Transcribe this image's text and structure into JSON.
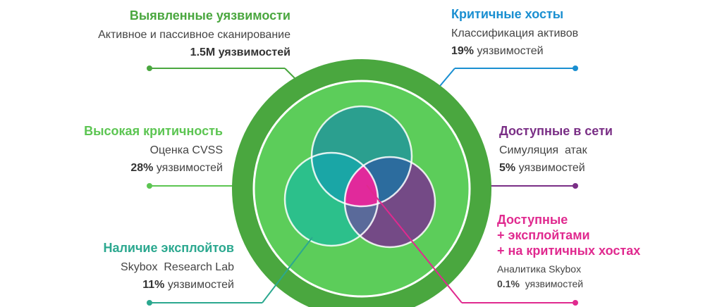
{
  "colors": {
    "outer_ring": "#4aa73f",
    "inner_disc": "#5ccd5a",
    "ring_line": "#ffffff",
    "circle_teal": "#2b9f8f",
    "circle_green": "#2cc08b",
    "circle_purple": "#744a86",
    "center_pink": "#e1299b",
    "title_green_dark": "#3e9c3a",
    "title_green_light": "#5cc552",
    "title_teal": "#2ba88f",
    "title_blue": "#1a8fd1",
    "title_purple": "#7a2f86",
    "title_pink": "#e02a8f"
  },
  "labels": {
    "vulns": {
      "title": "Выявленные уязвимости",
      "subtitle": "Активное и пассивное сканирование",
      "stat_value": "1.5M",
      "stat_text": " уязвимостей"
    },
    "critical": {
      "title": "Высокая критичность",
      "subtitle": "Оценка CVSS",
      "stat_value": "28%",
      "stat_text": " уязвимостей"
    },
    "exploits": {
      "title": "Наличие эксплойтов",
      "subtitle": "Skybox  Research Lab",
      "stat_value": "11%",
      "stat_text": " уязвимостей"
    },
    "hosts": {
      "title": "Критичные хосты",
      "subtitle": "Классификация активов",
      "stat_value": "19%",
      "stat_text": " уязвимостей"
    },
    "reachable": {
      "title": "Доступные в сети",
      "subtitle": "Симуляция  атак",
      "stat_value": "5%",
      "stat_text": " уязвимостей"
    },
    "combined": {
      "title_line1": "Доступные",
      "title_line2": "+ эксплойтами",
      "title_line3": "+ на критичных хостах",
      "subtitle": "Аналитика Skybox",
      "stat_value": "0.1%",
      "stat_text": "  уязвимостей"
    }
  }
}
